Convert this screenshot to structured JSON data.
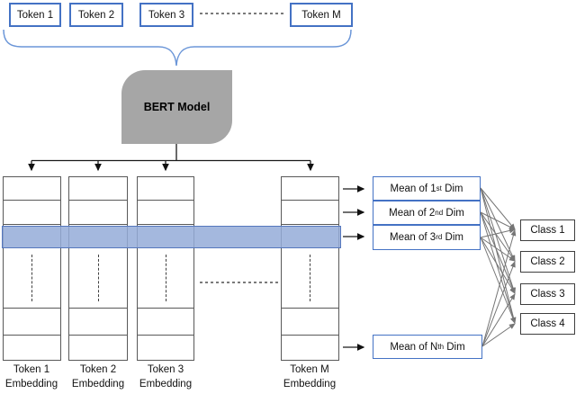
{
  "diagram": {
    "tokens": [
      "Token 1",
      "Token 2",
      "Token 3",
      "Token M"
    ],
    "bert_label": "BERT Model",
    "embedding_labels": [
      {
        "line1": "Token 1",
        "line2": "Embedding"
      },
      {
        "line1": "Token 2",
        "line2": "Embedding"
      },
      {
        "line1": "Token 3",
        "line2": "Embedding"
      },
      {
        "line1": "Token M",
        "line2": "Embedding"
      }
    ],
    "mean_boxes": [
      {
        "prefix": "Mean of 1",
        "sup": "st",
        "suffix": " Dim"
      },
      {
        "prefix": "Mean of 2",
        "sup": "nd",
        "suffix": " Dim"
      },
      {
        "prefix": "Mean of 3",
        "sup": "rd",
        "suffix": " Dim"
      },
      {
        "prefix": "Mean of N",
        "sup": "th",
        "suffix": " Dim"
      }
    ],
    "classes": [
      "Class 1",
      "Class 2",
      "Class 3",
      "Class 4"
    ],
    "colors": {
      "accent_blue": "#4472c4",
      "brace_blue": "#6b96d8",
      "highlight_border": "#5577bd",
      "bert_gray": "#a6a6a6",
      "line_dark": "#1a1a1a",
      "line_gray": "#757575",
      "box_border_dark": "#3f3f3f",
      "column_border": "#595959"
    }
  }
}
